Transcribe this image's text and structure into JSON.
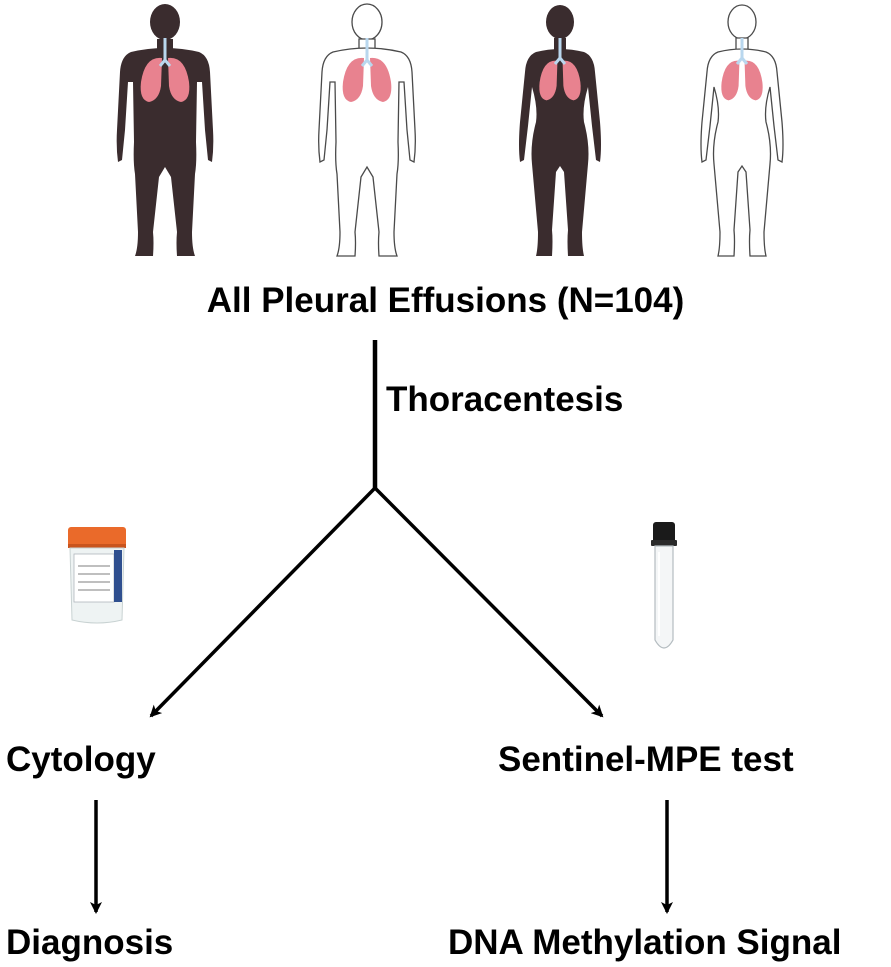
{
  "figure": {
    "population_label": "All Pleural Effusions (N=104)",
    "procedure_label": "Thoracentesis",
    "left_branch": {
      "method_label": "Cytology",
      "outcome_label": "Diagnosis",
      "container_icon": "specimen-cup-icon"
    },
    "right_branch": {
      "method_label": "Sentinel-MPE test",
      "outcome_label": "DNA Methylation Signal",
      "container_icon": "blood-tube-icon"
    },
    "figures": [
      {
        "icon": "male-body-dark-icon"
      },
      {
        "icon": "male-body-outline-icon"
      },
      {
        "icon": "female-body-dark-icon"
      },
      {
        "icon": "female-body-outline-icon"
      }
    ],
    "colors": {
      "body_dark": "#3a2c2e",
      "lung": "#e8828f",
      "cup_lid": "#ea6a2a",
      "cup_label_stripe": "#2f4f8f",
      "line": "#000000"
    }
  }
}
